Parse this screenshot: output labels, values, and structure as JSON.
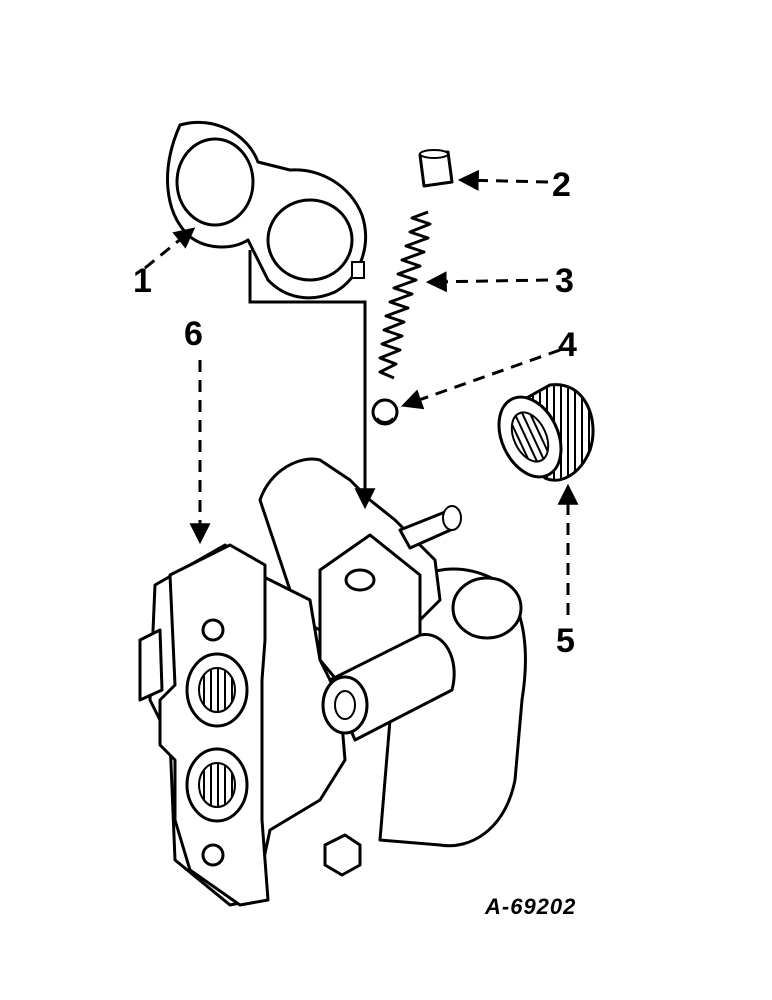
{
  "diagram": {
    "figure_number": "A-69202",
    "callouts": [
      {
        "id": "1",
        "label": "1"
      },
      {
        "id": "2",
        "label": "2"
      },
      {
        "id": "3",
        "label": "3"
      },
      {
        "id": "4",
        "label": "4"
      },
      {
        "id": "5",
        "label": "5"
      },
      {
        "id": "6",
        "label": "6"
      }
    ],
    "colors": {
      "ink": "#000000",
      "paper": "#ffffff"
    }
  }
}
